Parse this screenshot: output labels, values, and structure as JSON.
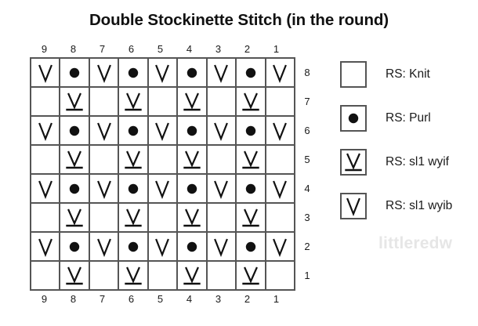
{
  "title": "Double Stockinette Stitch (in the round)",
  "chart_data": {
    "type": "table",
    "title": "Double Stockinette Stitch (in the round)",
    "xlabel": "",
    "ylabel": "",
    "columns": 9,
    "rows": 8,
    "column_labels_top": [
      "9",
      "8",
      "7",
      "6",
      "5",
      "4",
      "3",
      "2",
      "1"
    ],
    "column_labels_bottom": [
      "9",
      "8",
      "7",
      "6",
      "5",
      "4",
      "3",
      "2",
      "1"
    ],
    "row_labels": [
      "8",
      "7",
      "6",
      "5",
      "4",
      "3",
      "2",
      "1"
    ],
    "symbol_key": {
      "knit": "RS: Knit",
      "purl": "RS: Purl",
      "sl1wyif": "RS: sl1 wyif",
      "sl1wyib": "RS: sl1 wyib"
    },
    "grid": [
      [
        "sl1wyib",
        "purl",
        "sl1wyib",
        "purl",
        "sl1wyib",
        "purl",
        "sl1wyib",
        "purl",
        "sl1wyib"
      ],
      [
        "knit",
        "sl1wyif",
        "knit",
        "sl1wyif",
        "knit",
        "sl1wyif",
        "knit",
        "sl1wyif",
        "knit"
      ],
      [
        "sl1wyib",
        "purl",
        "sl1wyib",
        "purl",
        "sl1wyib",
        "purl",
        "sl1wyib",
        "purl",
        "sl1wyib"
      ],
      [
        "knit",
        "sl1wyif",
        "knit",
        "sl1wyif",
        "knit",
        "sl1wyif",
        "knit",
        "sl1wyif",
        "knit"
      ],
      [
        "sl1wyib",
        "purl",
        "sl1wyib",
        "purl",
        "sl1wyib",
        "purl",
        "sl1wyib",
        "purl",
        "sl1wyib"
      ],
      [
        "knit",
        "sl1wyif",
        "knit",
        "sl1wyif",
        "knit",
        "sl1wyif",
        "knit",
        "sl1wyif",
        "knit"
      ],
      [
        "sl1wyib",
        "purl",
        "sl1wyib",
        "purl",
        "sl1wyib",
        "purl",
        "sl1wyib",
        "purl",
        "sl1wyib"
      ],
      [
        "knit",
        "sl1wyif",
        "knit",
        "sl1wyif",
        "knit",
        "sl1wyif",
        "knit",
        "sl1wyif",
        "knit"
      ]
    ],
    "grid_border_color": "#555555",
    "symbol_color": "#111111",
    "background": "#ffffff"
  },
  "legend": {
    "items": [
      {
        "symbol": "knit",
        "label": "RS: Knit"
      },
      {
        "symbol": "purl",
        "label": "RS: Purl"
      },
      {
        "symbol": "sl1wyif",
        "label": "RS: sl1 wyif"
      },
      {
        "symbol": "sl1wyib",
        "label": "RS: sl1 wyib"
      }
    ]
  },
  "watermark": {
    "text": "littleredw"
  }
}
